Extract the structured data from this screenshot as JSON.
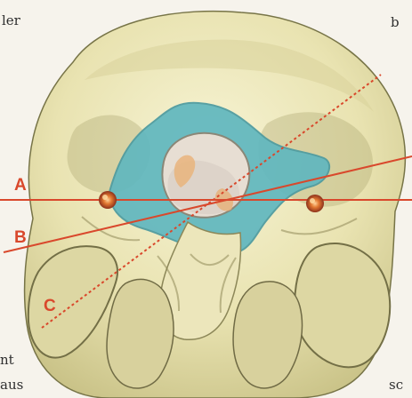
{
  "labels": {
    "a": "A",
    "b": "B",
    "c": "C"
  },
  "text_fragments": {
    "top_left": "ler",
    "top_right": "b",
    "bottom_left_1": "nt",
    "bottom_left_2": "aus",
    "bottom_right": "sc"
  },
  "colors": {
    "skull": "#ece7b7",
    "skull_shadow": "#b8b27c",
    "blue_region": "#62b8bf",
    "line": "#d9482c",
    "marker": "#c9572a"
  }
}
